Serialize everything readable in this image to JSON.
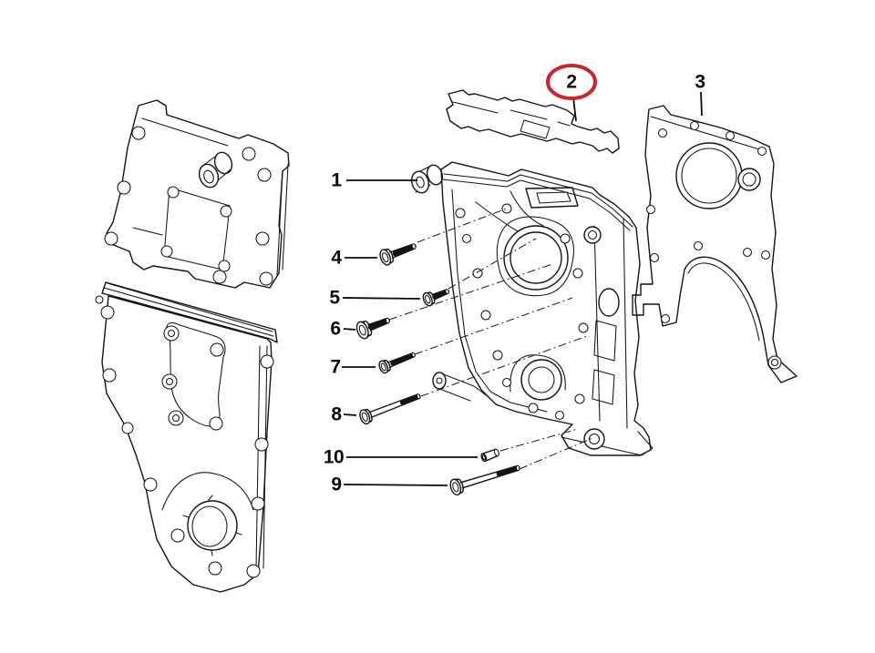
{
  "figure": {
    "background_color": "#ffffff",
    "line_color": "#141414",
    "highlight_color": "#c9252b"
  },
  "callouts": [
    {
      "label": "1",
      "circled": false
    },
    {
      "label": "2",
      "circled": true
    },
    {
      "label": "3",
      "circled": false
    },
    {
      "label": "4",
      "circled": false
    },
    {
      "label": "5",
      "circled": false
    },
    {
      "label": "6",
      "circled": false
    },
    {
      "label": "7",
      "circled": false
    },
    {
      "label": "8",
      "circled": false
    },
    {
      "label": "9",
      "circled": false
    },
    {
      "label": "10",
      "circled": false
    }
  ],
  "highlight": {
    "callout_label": "2",
    "shape": "ellipse",
    "color": "#c9252b"
  }
}
